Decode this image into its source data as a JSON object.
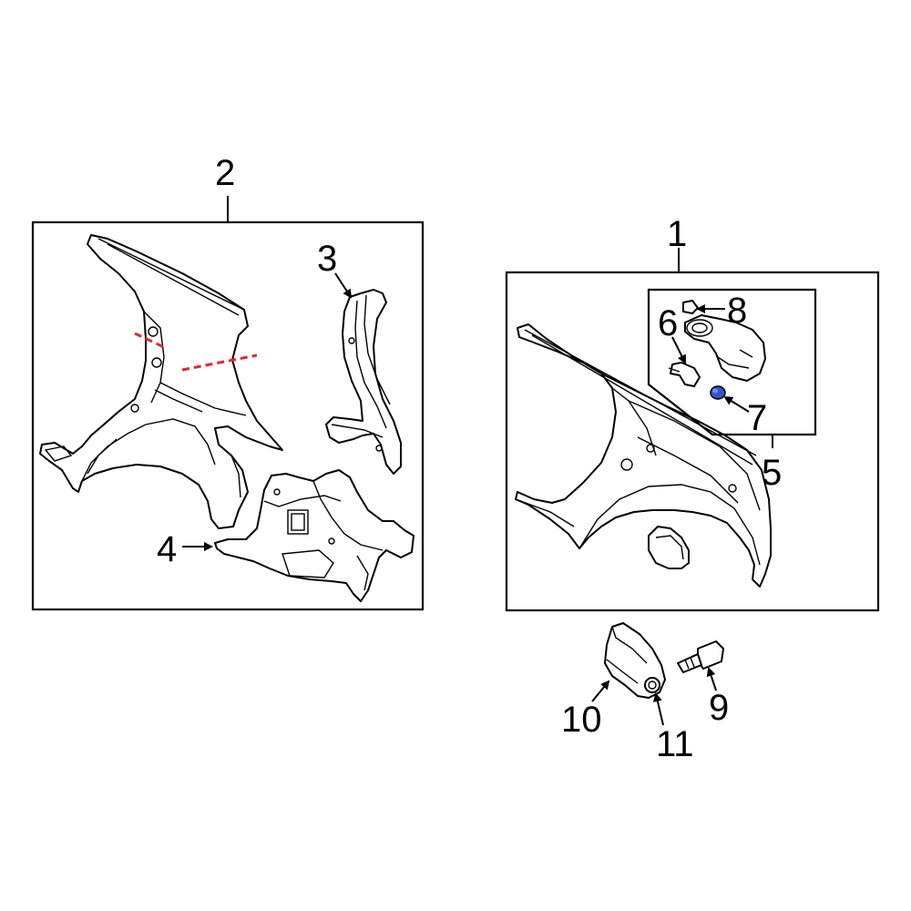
{
  "callouts": {
    "c1": "1",
    "c2": "2",
    "c3": "3",
    "c4": "4",
    "c5": "5",
    "c6": "6",
    "c7": "7",
    "c8": "8",
    "c9": "9",
    "c10": "10",
    "c11": "11"
  },
  "colors": {
    "cut_line": "#e8262b",
    "highlight_part": "#2f56c8",
    "line": "#000000"
  }
}
